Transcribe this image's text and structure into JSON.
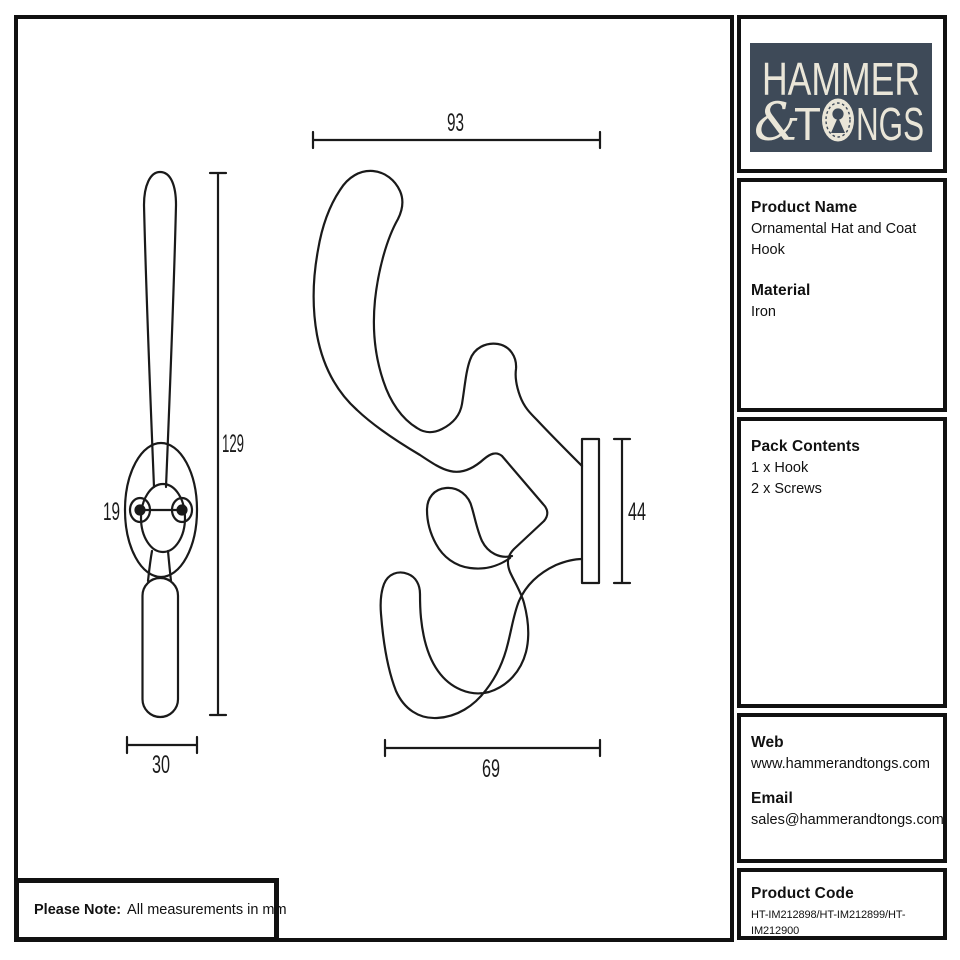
{
  "brand": {
    "line1": "HAMMER",
    "line2_amp": "&",
    "line2_t": "T",
    "line2_ngs": "NGS",
    "logo_icon": "keyhole-icon"
  },
  "panel": {
    "product_name": {
      "label": "Product Name",
      "value": "Ornamental Hat and Coat Hook"
    },
    "material": {
      "label": "Material",
      "value": "Iron"
    },
    "pack_contents": {
      "label": "Pack Contents",
      "items": [
        "1 x Hook",
        "2 x Screws"
      ]
    },
    "web": {
      "label": "Web",
      "value": "www.hammerandtongs.com"
    },
    "email": {
      "label": "Email",
      "value": "sales@hammerandtongs.com"
    },
    "product_code": {
      "label": "Product Code",
      "value": "HT-IM212898/HT-IM212899/HT-IM212900"
    }
  },
  "note": {
    "label": "Please Note:",
    "text": "All measurements in mm"
  },
  "dimensions_mm": {
    "side_overall_width": "93",
    "front_overall_height": "129",
    "plate_height": "44",
    "side_lower_width": "69",
    "front_base_width": "30",
    "front_screw_spacing": "19"
  },
  "colors": {
    "logo_bg": "#3E4A58",
    "logo_text": "#EAE6D8",
    "drawing_line": "#1A1A1A",
    "border": "#111111"
  }
}
